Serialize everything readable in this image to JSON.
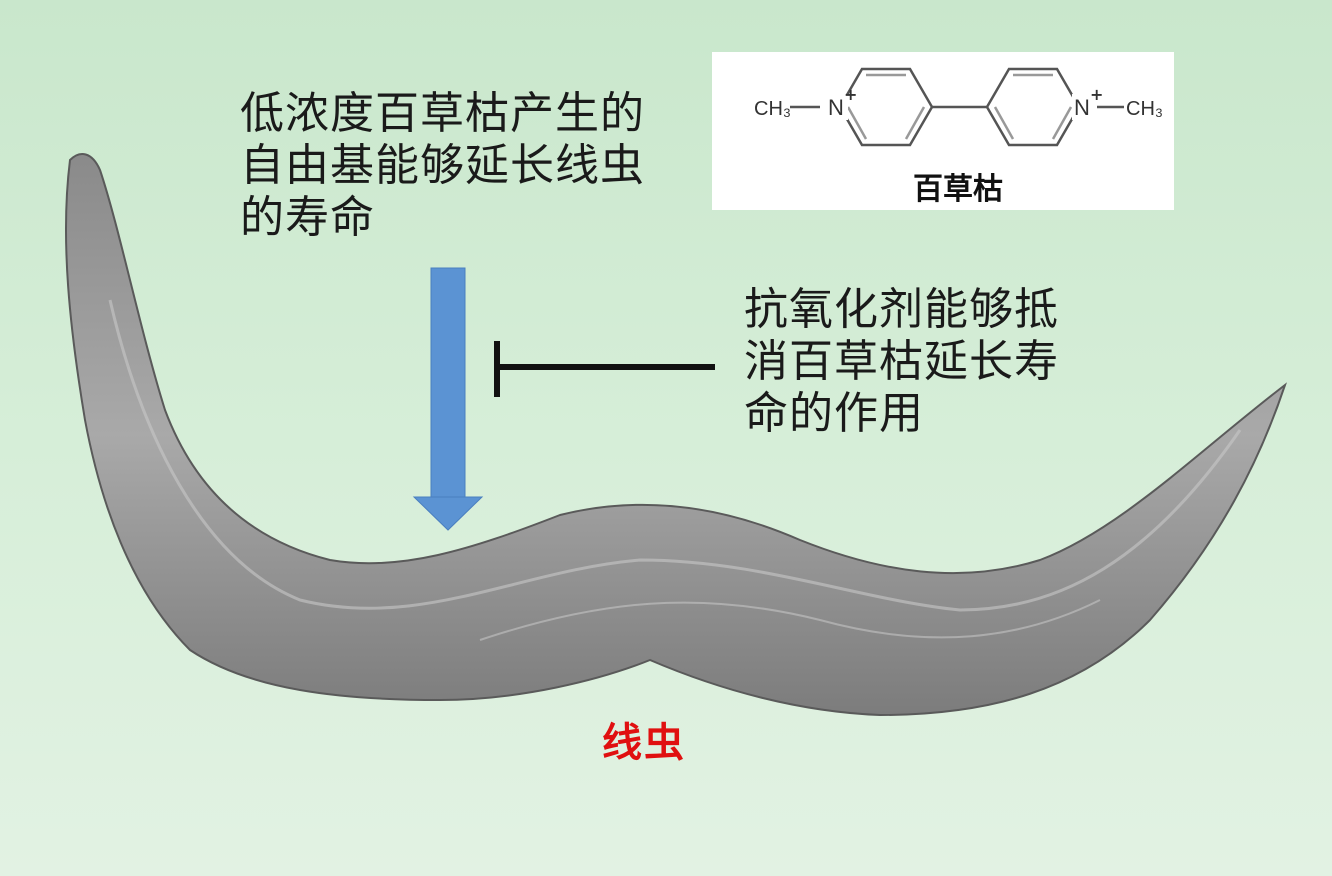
{
  "promote_text": "低浓度百草枯产生的自由基能够延长线虫的寿命",
  "inhibit_text": "抗氧化剂能够抵消百草枯延长寿命的作用",
  "compound": {
    "name": "百草枯",
    "left_group": "CH₃",
    "right_group": "CH₃",
    "atom": "N",
    "charge": "+"
  },
  "organism_label": "线虫",
  "colors": {
    "arrow": "#5b93d3",
    "label_red": "#e01010",
    "inhibit_line": "#111111"
  }
}
